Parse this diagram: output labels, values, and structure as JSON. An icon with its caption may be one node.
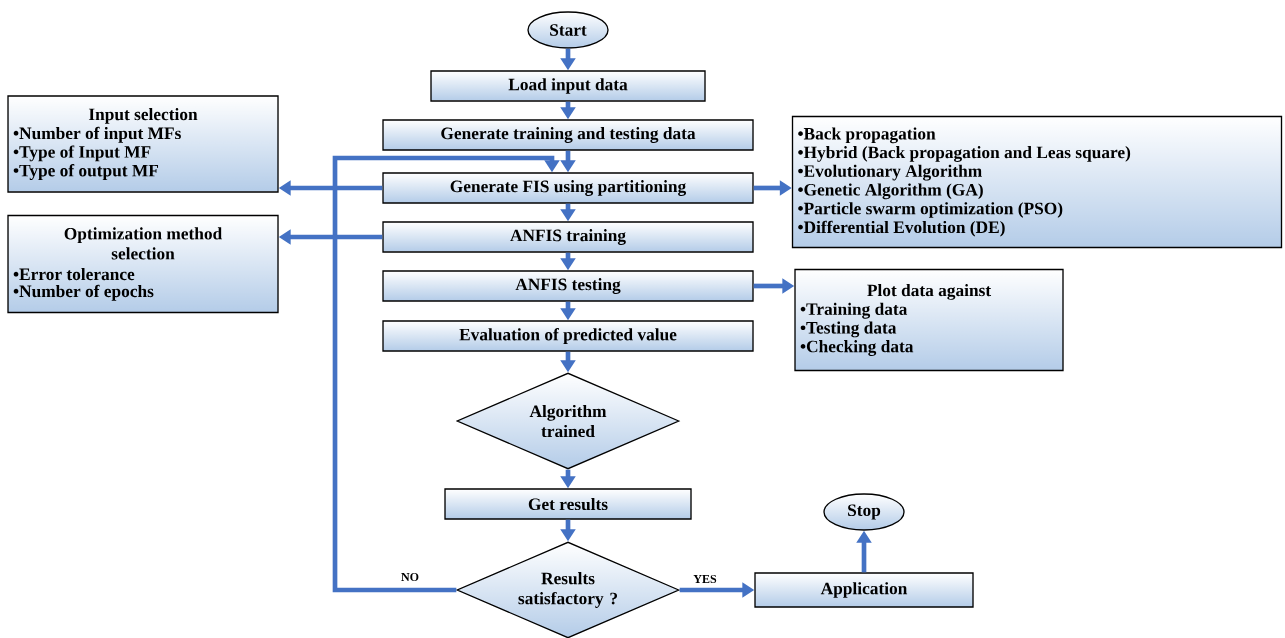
{
  "diagram": {
    "nodes": [
      {
        "text": [
          "Start"
        ]
      },
      {
        "text": [
          "Load input data"
        ]
      },
      {
        "text": [
          "Generate training and testing data"
        ]
      },
      {
        "text": [
          "Generate FIS using partitioning"
        ]
      },
      {
        "text": [
          "ANFIS training"
        ]
      },
      {
        "text": [
          "ANFIS testing"
        ]
      },
      {
        "text": [
          "Evaluation of predicted value"
        ]
      },
      {
        "text": [
          "Algorithm trained"
        ]
      },
      {
        "text": [
          "Get results"
        ]
      },
      {
        "text": [
          "Results satisfactory ?"
        ]
      },
      {
        "text": [
          "Application"
        ]
      },
      {
        "text": [
          "Stop"
        ]
      },
      {
        "text": [
          "Input selection",
          "•Number of input MFs",
          "•Type of Input MF",
          "•Type of output MF"
        ]
      },
      {
        "text": [
          "Optimization method selection",
          "•Error tolerance",
          "•Number of epochs"
        ]
      },
      {
        "text": [
          "•Back propagation",
          "•Hybrid (Back propagation and Leas square)",
          "•Evolutionary Algorithm",
          "•Genetic Algorithm (GA)",
          "•Particle swarm optimization (PSO)",
          "•Differential Evolution (DE)"
        ]
      },
      {
        "text": [
          "Plot data against",
          "•Training data",
          "•Testing data",
          "•Checking data"
        ]
      }
    ],
    "edges": [
      {
        "from": 0,
        "to": 1,
        "arrow": "to"
      },
      {
        "from": 1,
        "to": 2,
        "arrow": "to"
      },
      {
        "from": 2,
        "to": 3,
        "arrow": "to"
      },
      {
        "from": 3,
        "to": 4,
        "arrow": "to"
      },
      {
        "from": 4,
        "to": 5,
        "arrow": "to"
      },
      {
        "from": 5,
        "to": 6,
        "arrow": "to"
      },
      {
        "from": 6,
        "to": 7,
        "arrow": "to"
      },
      {
        "from": 7,
        "to": 8,
        "arrow": "to"
      },
      {
        "from": 8,
        "to": 9,
        "arrow": "to"
      },
      {
        "from": 9,
        "to": 10,
        "arrow": "to",
        "label": "YES"
      },
      {
        "from": 10,
        "to": 11,
        "arrow": "to"
      },
      {
        "from": 9,
        "to": 3,
        "arrow": "to",
        "label": "NO"
      },
      {
        "from": 3,
        "to": 12,
        "arrow": "to"
      },
      {
        "from": 4,
        "to": 13,
        "arrow": "to"
      },
      {
        "from": 3,
        "to": 14,
        "arrow": "to"
      },
      {
        "from": 5,
        "to": 15,
        "arrow": "to"
      }
    ]
  }
}
